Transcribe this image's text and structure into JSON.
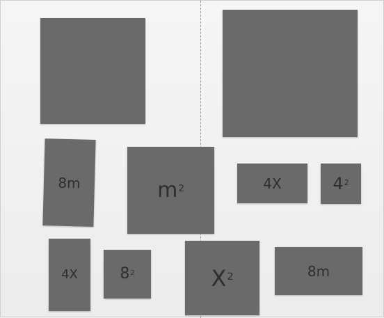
{
  "tiles": {
    "eight_m_vertical": "8m",
    "m_squared": {
      "base": "m",
      "exp": "2"
    },
    "four_x_horizontal": "4X",
    "four_squared": {
      "base": "4",
      "exp": "2"
    },
    "four_x_vertical": "4X",
    "eight_squared": {
      "base": "8",
      "exp": "2"
    },
    "x_squared": {
      "base": "X",
      "exp": "2"
    },
    "eight_m_horizontal": "8m"
  }
}
